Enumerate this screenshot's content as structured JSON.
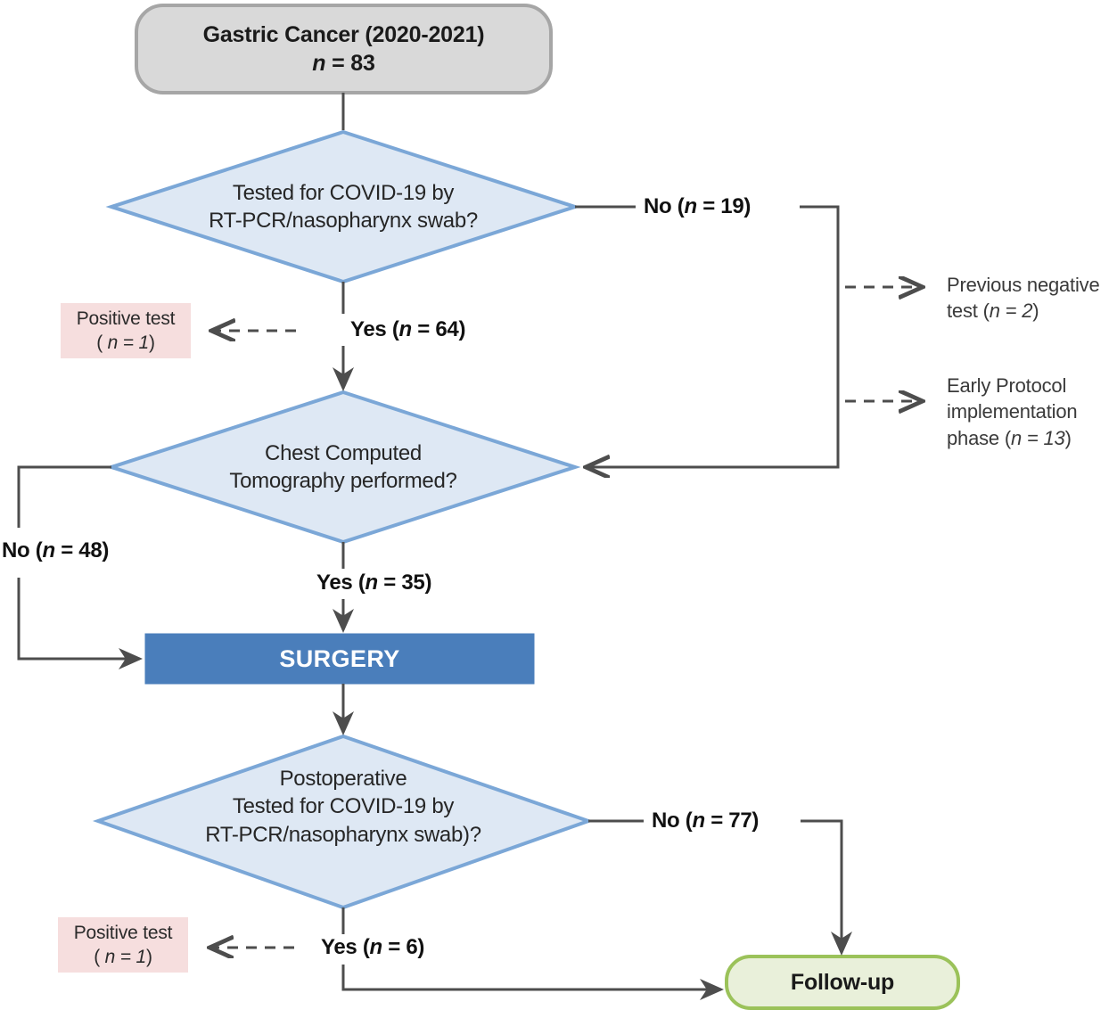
{
  "diagram": {
    "title": "Gastric cancer COVID-19 screening flowchart",
    "colors": {
      "terminator_start_fill": "#d9d9d9",
      "terminator_start_stroke": "#a6a6a6",
      "terminator_end_fill": "#e9f0da",
      "terminator_end_stroke": "#9bc25a",
      "decision_fill": "#dee8f4",
      "decision_stroke": "#7ba7d7",
      "process_fill": "#4a7ebb",
      "process_text": "#ffffff",
      "callout_fill": "#f6dede",
      "connector": "#4d4d4d"
    },
    "nodes": {
      "start": {
        "line1": "Gastric Cancer (2020-2021)",
        "line2_prefix": "n",
        "line2_rest": " = 83"
      },
      "decision1": {
        "line1": "Tested for COVID-19 by",
        "line2": "RT-PCR/nasopharynx swab?"
      },
      "decision2": {
        "line1": "Chest Computed",
        "line2": "Tomography performed?"
      },
      "surgery": {
        "label": "SURGERY"
      },
      "decision3": {
        "line1": "Postoperative",
        "line2": "Tested for COVID-19 by",
        "line3": "RT-PCR/nasopharynx swab)?"
      },
      "followup": {
        "label": "Follow-up"
      }
    },
    "edge_labels": {
      "no19": {
        "prefix": "No (",
        "ital": "n",
        "suffix": " = 19)"
      },
      "yes64": {
        "prefix": "Yes (",
        "ital": "n",
        "suffix": " = 64)"
      },
      "no48": {
        "prefix": "No (",
        "ital": "n",
        "suffix": " = 48)"
      },
      "yes35": {
        "prefix": "Yes (",
        "ital": "n",
        "suffix": " = 35)"
      },
      "no77": {
        "prefix": "No (",
        "ital": "n",
        "suffix": " = 77)"
      },
      "yes6": {
        "prefix": "Yes (",
        "ital": "n",
        "suffix": " = 6)"
      }
    },
    "callouts": {
      "positive_test_pre": {
        "line1": "Positive test",
        "line2_prefix": "( ",
        "line2_ital": "n = 1",
        "line2_suffix": ")"
      },
      "positive_test_post": {
        "line1": "Positive test",
        "line2_prefix": "( ",
        "line2_ital": "n = 1",
        "line2_suffix": ")"
      }
    },
    "side_notes": {
      "previous_negative": {
        "line1": "Previous negative",
        "line2_prefix": "test (",
        "line2_ital": "n = 2",
        "line2_suffix": ")"
      },
      "early_protocol": {
        "line1": "Early Protocol",
        "line2": "implementation",
        "line3_prefix": "phase (",
        "line3_ital": "n = 13",
        "line3_suffix": ")"
      }
    }
  }
}
